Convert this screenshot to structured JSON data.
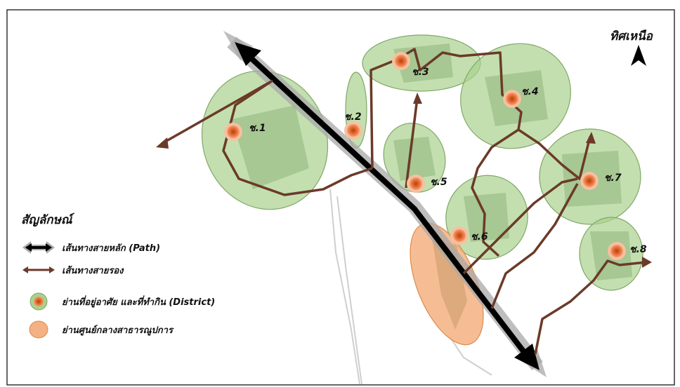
{
  "map": {
    "north_label": "ทิศเหนือ",
    "district_labels": [
      "ช.1",
      "ช.2",
      "ช.3",
      "ช.4",
      "ช.5",
      "ช.6",
      "ช.7",
      "ช.8"
    ]
  },
  "legend": {
    "title": "สัญลักษณ์",
    "items": [
      {
        "label": "เส้นทางสายหลัก  (Path)",
        "symbol": "main-path-arrow-icon"
      },
      {
        "label": "เส้นทางสายรอง",
        "symbol": "secondary-path-arrow-icon"
      },
      {
        "label": "ย่านที่อยู่อาศัย และที่ทำกิน  (District)",
        "symbol": "district-circle-icon"
      },
      {
        "label": "ย่านศูนย์กลางสาธารณูปการ",
        "symbol": "public-center-ellipse-icon"
      }
    ]
  },
  "colors": {
    "district_fill": "#a9d18e",
    "district_stroke": "#6f9a55",
    "node_outer": "#f08040",
    "node_inner": "#c84a14",
    "secondary_path": "#6b3a28",
    "main_path": "#000000",
    "main_path_halo": "#a0a0a0",
    "public_center": "#f4b183"
  }
}
